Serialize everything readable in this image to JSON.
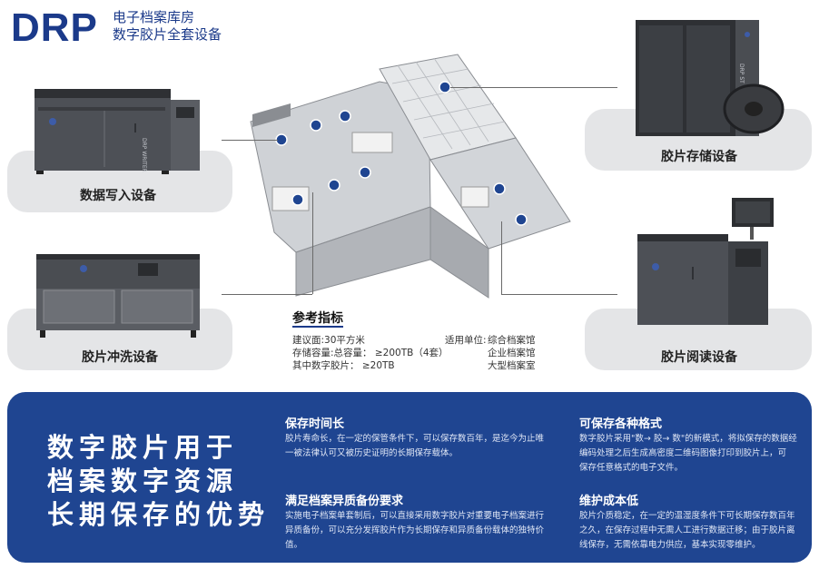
{
  "header": {
    "logo": "DRP",
    "subtitle_line1": "电子档案库房",
    "subtitle_line2": "数字胶片全套设备"
  },
  "devices": {
    "write": {
      "label": "数据写入设备",
      "machine_text": "DRP WRITER"
    },
    "wash": {
      "label": "胶片冲洗设备"
    },
    "storage": {
      "label": "胶片存储设备",
      "machine_text": "DRP ST"
    },
    "read": {
      "label": "胶片阅读设备"
    }
  },
  "reference": {
    "title": "参考指标",
    "area": "建议面:30平方米",
    "capacity": "存储容量:总容量：  ≥200TB（4套）",
    "digital": "其中数字胶片：  ≥20TB",
    "units_label": "适用单位:",
    "unit1": "综合档案馆",
    "unit2": "企业档案馆",
    "unit3": "大型档案室"
  },
  "banner": {
    "title_line1": "数字胶片用于",
    "title_line2": "档案数字资源",
    "title_line3": "长期保存的优势",
    "advantages": [
      {
        "heading": "保存时间长",
        "line1": "胶片寿命长，在一定的保管条件下，可以保存数百年，是迄今为止唯",
        "line2": "一被法律认可又被历史证明的长期保存载体。"
      },
      {
        "heading": "可保存各种格式",
        "line1": "数字胶片采用\"数→ 胶→ 数\"的新模式，将拟保存的数据经",
        "line2": "编码处理之后生成高密度二维码图像打印到胶片上，可",
        "line3": "保存任意格式的电子文件。"
      },
      {
        "heading": "满足档案异质备份要求",
        "line1": "实施电子档案单套制后，可以直接采用数字胶片对重要电子档案进行",
        "line2": "异质备份，可以充分发挥胶片作为长期保存和异质备份载体的独特价",
        "line3": "值。"
      },
      {
        "heading": "维护成本低",
        "line1": "胶片介质稳定，在一定的温湿度条件下可长期保存数百年",
        "line2": "之久，在保存过程中无需人工进行数据迁移；由于胶片离",
        "line3": "线保存，无需依靠电力供应，基本实现零维护。"
      }
    ]
  },
  "colors": {
    "brand_blue": "#1b3a8a",
    "banner_blue": "#1f4591",
    "panel_grey": "#e4e5e7",
    "machine_dark": "#4a4d52"
  }
}
